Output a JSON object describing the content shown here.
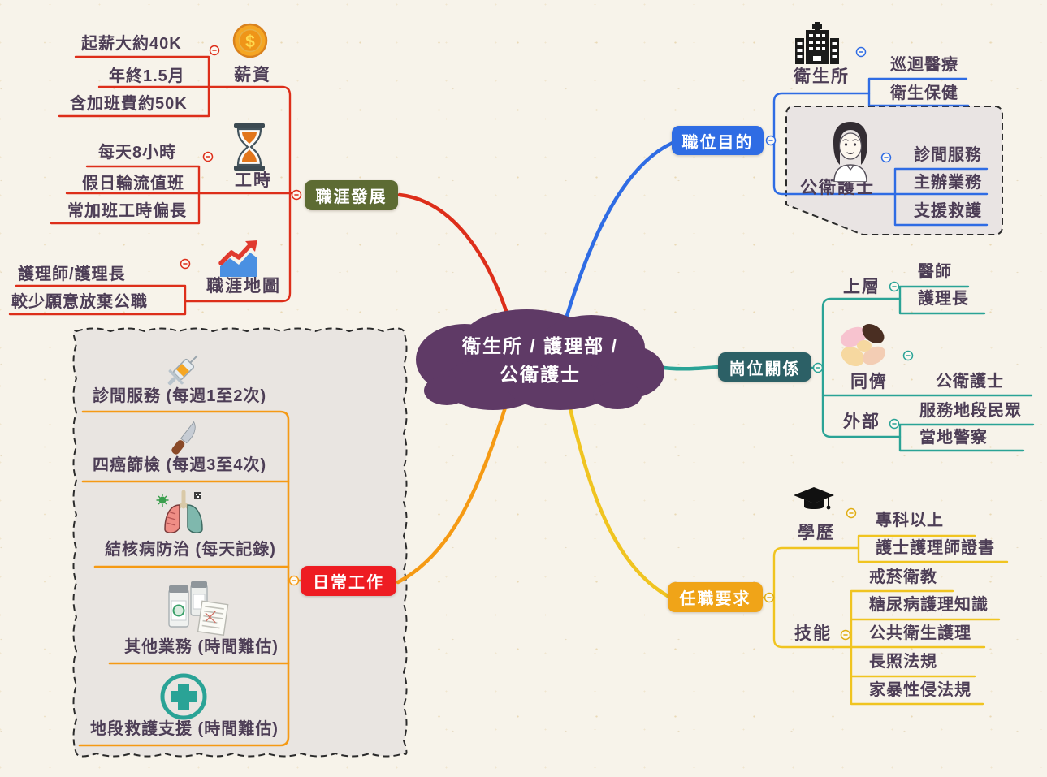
{
  "center": {
    "line1": "衛生所 / 護理部 /",
    "line2": "公衛護士"
  },
  "branches": {
    "career": {
      "label": "職涯發展",
      "salary": {
        "label": "薪資",
        "items": [
          "起薪大約40K",
          "年終1.5月",
          "含加班費約50K"
        ]
      },
      "hours": {
        "label": "工時",
        "items": [
          "每天8小時",
          "假日輪流值班",
          "常加班工時偏長"
        ]
      },
      "map": {
        "label": "職涯地圖",
        "items": [
          "護理師/護理長",
          "較少願意放棄公職"
        ]
      }
    },
    "purpose": {
      "label": "職位目的",
      "clinic": {
        "label": "衛生所",
        "items": [
          "巡迴醫療",
          "衛生保健"
        ]
      },
      "nurse": {
        "label": "公衛護士",
        "items": [
          "診間服務",
          "主辦業務",
          "支援救護"
        ]
      }
    },
    "relations": {
      "label": "崗位關係",
      "upper": {
        "label": "上層",
        "items": [
          "醫師",
          "護理長"
        ]
      },
      "peer": {
        "label": "同儕",
        "items": [
          "公衛護士"
        ]
      },
      "external": {
        "label": "外部",
        "items": [
          "服務地段民眾",
          "當地警察"
        ]
      }
    },
    "requirements": {
      "label": "任職要求",
      "education": {
        "label": "學歷",
        "items": [
          "專科以上",
          "護士護理師證書"
        ]
      },
      "skills": {
        "label": "技能",
        "items": [
          "戒菸衛教",
          "糖尿病護理知識",
          "公共衛生護理",
          "長照法規",
          "家暴性侵法規"
        ]
      }
    },
    "daily": {
      "label": "日常工作",
      "items": [
        "診間服務 (每週1至2次)",
        "四癌篩檢 (每週3至4次)",
        "結核病防治 (每天記錄)",
        "其他業務 (時間難估)",
        "地段救護支援 (時間難估)"
      ]
    }
  },
  "colors": {
    "center_node": "#5f3a66",
    "career_node": "#5d6b33",
    "purpose_node": "#2f6ce4",
    "relations_node": "#2c6066",
    "requirements_node": "#f0a418",
    "daily_node": "#ee1c22",
    "branch_red": "#dd2e1a",
    "branch_blue": "#2f6ce4",
    "branch_teal": "#2aa396",
    "branch_yellow": "#f0c420",
    "branch_orange": "#f59a14"
  },
  "icons": {
    "salary": "coin-icon",
    "work_hours": "hourglass-icon",
    "career_map": "trending-chart-icon",
    "health_center": "hospital-building-icon",
    "public_health_nurse": "nurse-avatar-icon",
    "peers": "joined-hands-icon",
    "education": "graduation-cap-icon",
    "clinic_service": "syringe-icon",
    "cancer_screening": "knife-icon",
    "tb_prevention": "lungs-icon",
    "other_business": "medicine-bottles-icon",
    "rescue_support": "medical-cross-icon"
  }
}
